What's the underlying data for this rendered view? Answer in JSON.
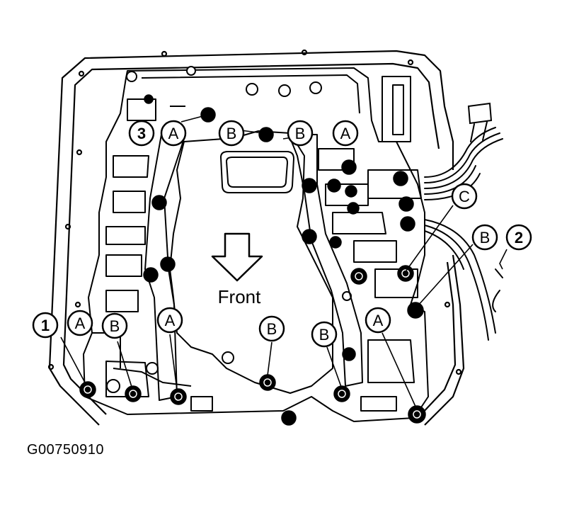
{
  "figure": {
    "direction_label": "Front",
    "caption": "G00750910",
    "callouts": {
      "numbers": [
        "1",
        "2",
        "3"
      ],
      "letters": {
        "a": "A",
        "b": "B",
        "c": "C"
      }
    },
    "line_color": "#000000",
    "background_color": "#ffffff"
  }
}
